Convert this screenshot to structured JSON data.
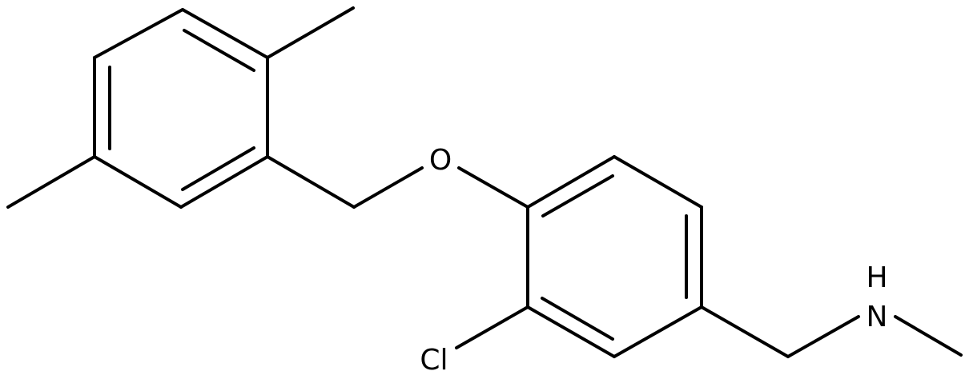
{
  "molecule": {
    "atoms": {
      "oxygen": "O",
      "nitrogen": "N",
      "hydrogen": "H",
      "chlorine": "Cl"
    },
    "colors": {
      "bond": "#000000",
      "label": "#000000",
      "background": "#ffffff"
    }
  }
}
